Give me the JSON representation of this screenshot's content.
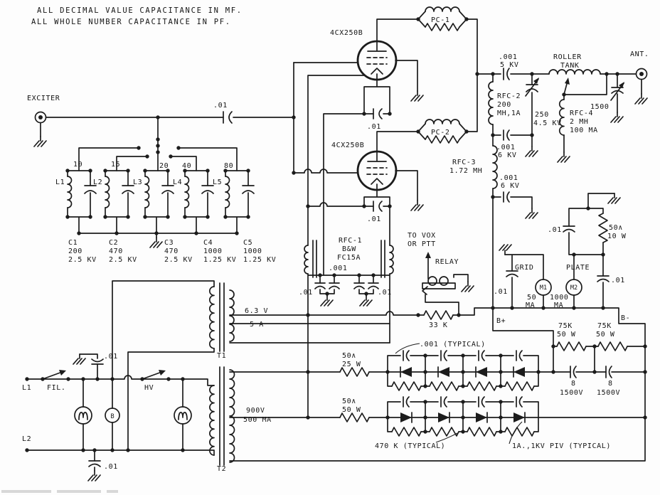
{
  "notes": {
    "line1": "ALL DECIMAL VALUE CAPACITANCE IN MF.",
    "line2": "ALL WHOLE NUMBER CAPACITANCE IN PF."
  },
  "input": {
    "exciter": "EXCITER",
    "coupling_cap": ".01"
  },
  "band_switch": {
    "bands": [
      "10",
      "15",
      "20",
      "40",
      "80"
    ],
    "inductors": [
      "L1",
      "L2",
      "L3",
      "L4",
      "L5"
    ],
    "capacitors": [
      {
        "ref": "C1",
        "value": "200",
        "rating": "2.5 KV"
      },
      {
        "ref": "C2",
        "value": "470",
        "rating": "2.5 KV"
      },
      {
        "ref": "C3",
        "value": "470",
        "rating": "2.5 KV"
      },
      {
        "ref": "C4",
        "value": "1000",
        "rating": "1.25 KV"
      },
      {
        "ref": "C5",
        "value": "1000",
        "rating": "1.25 KV"
      }
    ]
  },
  "tubes": {
    "v1": "4CX250B",
    "v2": "4CX250B",
    "cathode_cap_1": ".01",
    "cathode_cap_2": ".01"
  },
  "parasitic": {
    "pc1": "PC-1",
    "pc2": "PC-2"
  },
  "plate_circuit": {
    "blocking_cap": ".001",
    "blocking_cap_rating": "5 KV",
    "roller_line1": "ROLLER",
    "roller_line2": "TANK",
    "ant": "ANT.",
    "load_cap": "1500",
    "tune_cap": "250",
    "tune_cap_rating": "4.5 KV",
    "rfc2": [
      "RFC-2",
      "200",
      "MH,1A"
    ],
    "rfc3": [
      "RFC-3",
      "1.72 MH"
    ],
    "rfc4": [
      "RFC-4",
      "2 MH",
      "100 MA"
    ],
    "bypass1": [
      ".001",
      "6 KV"
    ],
    "bypass2": [
      ".001",
      "6 KV"
    ]
  },
  "filament": {
    "rfc1": [
      "RFC-1",
      "B&W",
      "FC15A"
    ],
    "cap001": ".001",
    "cap01_left": ".01",
    "cap01_right": ".01",
    "volts": "6.3 V",
    "amps": "5 A"
  },
  "keying": {
    "to_vox": "TO VOX",
    "or_ptt": "OR PTT",
    "relay": "RELAY",
    "r33k": "33 K"
  },
  "metering": {
    "grid": "GRID",
    "m1": "M1",
    "m1_range_1": "50",
    "m1_range_2": "MA",
    "grid_cap": ".01",
    "plate": "PLATE",
    "m2": "M2",
    "m2_range_1": "1000",
    "m2_range_2": "MA",
    "plate_cap_left": ".01",
    "plate_cap_right": ".01",
    "r50_1": "50∧",
    "r50_2": "10 W",
    "b_plus": "B+",
    "b_minus": "B-"
  },
  "power_supply": {
    "hv_winding_1": "900V",
    "hv_winding_2": "500 MA",
    "r25": [
      "50∧",
      "25 W"
    ],
    "r50": [
      "50∧",
      "50 W"
    ],
    "bleeder1": [
      "75K",
      "50 W"
    ],
    "bleeder2": [
      "75K",
      "50 W"
    ],
    "filter1": [
      "8",
      "1500V"
    ],
    "filter2": [
      "8",
      "1500V"
    ],
    "cap_note": ".001 (TYPICAL)",
    "res_note": "470 K (TYPICAL)",
    "diode_note": "1A.,1KV PIV (TYPICAL)"
  },
  "ac_input": {
    "l1": "L1",
    "l2": "L2",
    "fil": "FIL.",
    "hv": "HV",
    "blower": "B",
    "cap_top": ".01",
    "cap_bottom": ".01",
    "t1": "T1",
    "t2": "T2"
  }
}
